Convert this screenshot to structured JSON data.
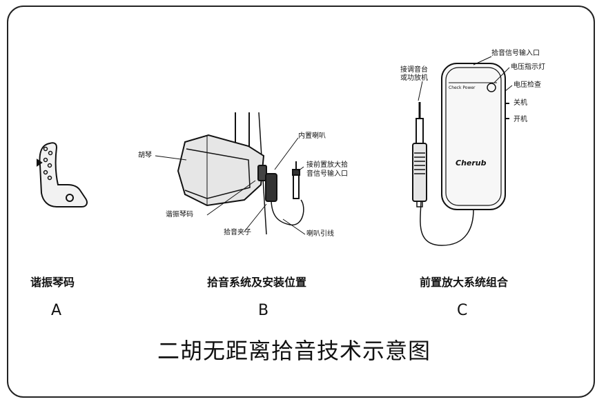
{
  "panel_a": {
    "caption": "谐振琴码",
    "letter": "A"
  },
  "panel_b": {
    "caption": "拾音系统及安装位置",
    "letter": "B",
    "labels": {
      "erhu": "胡琴",
      "resonant_bridge": "谐振琴码",
      "pickup_clip": "拾音夹子",
      "built_in_speaker": "内置喇叭",
      "preamp_input_line1": "接前置放大拾",
      "preamp_input_line2": "音信号输入口",
      "speaker_lead": "喇叭引线"
    }
  },
  "panel_c": {
    "caption": "前置放大系统组合",
    "letter": "C",
    "labels": {
      "mixer_line1": "接调音台",
      "mixer_line2": "或功放机",
      "pickup_signal_input": "拾音信号输入口",
      "voltage_indicator": "电压指示灯",
      "voltage_check": "电压检查",
      "off": "关机",
      "on": "开机"
    },
    "device_check_power": "Check Power",
    "device_brand": "Cherub"
  },
  "title": "二胡无距离拾音技术示意图"
}
